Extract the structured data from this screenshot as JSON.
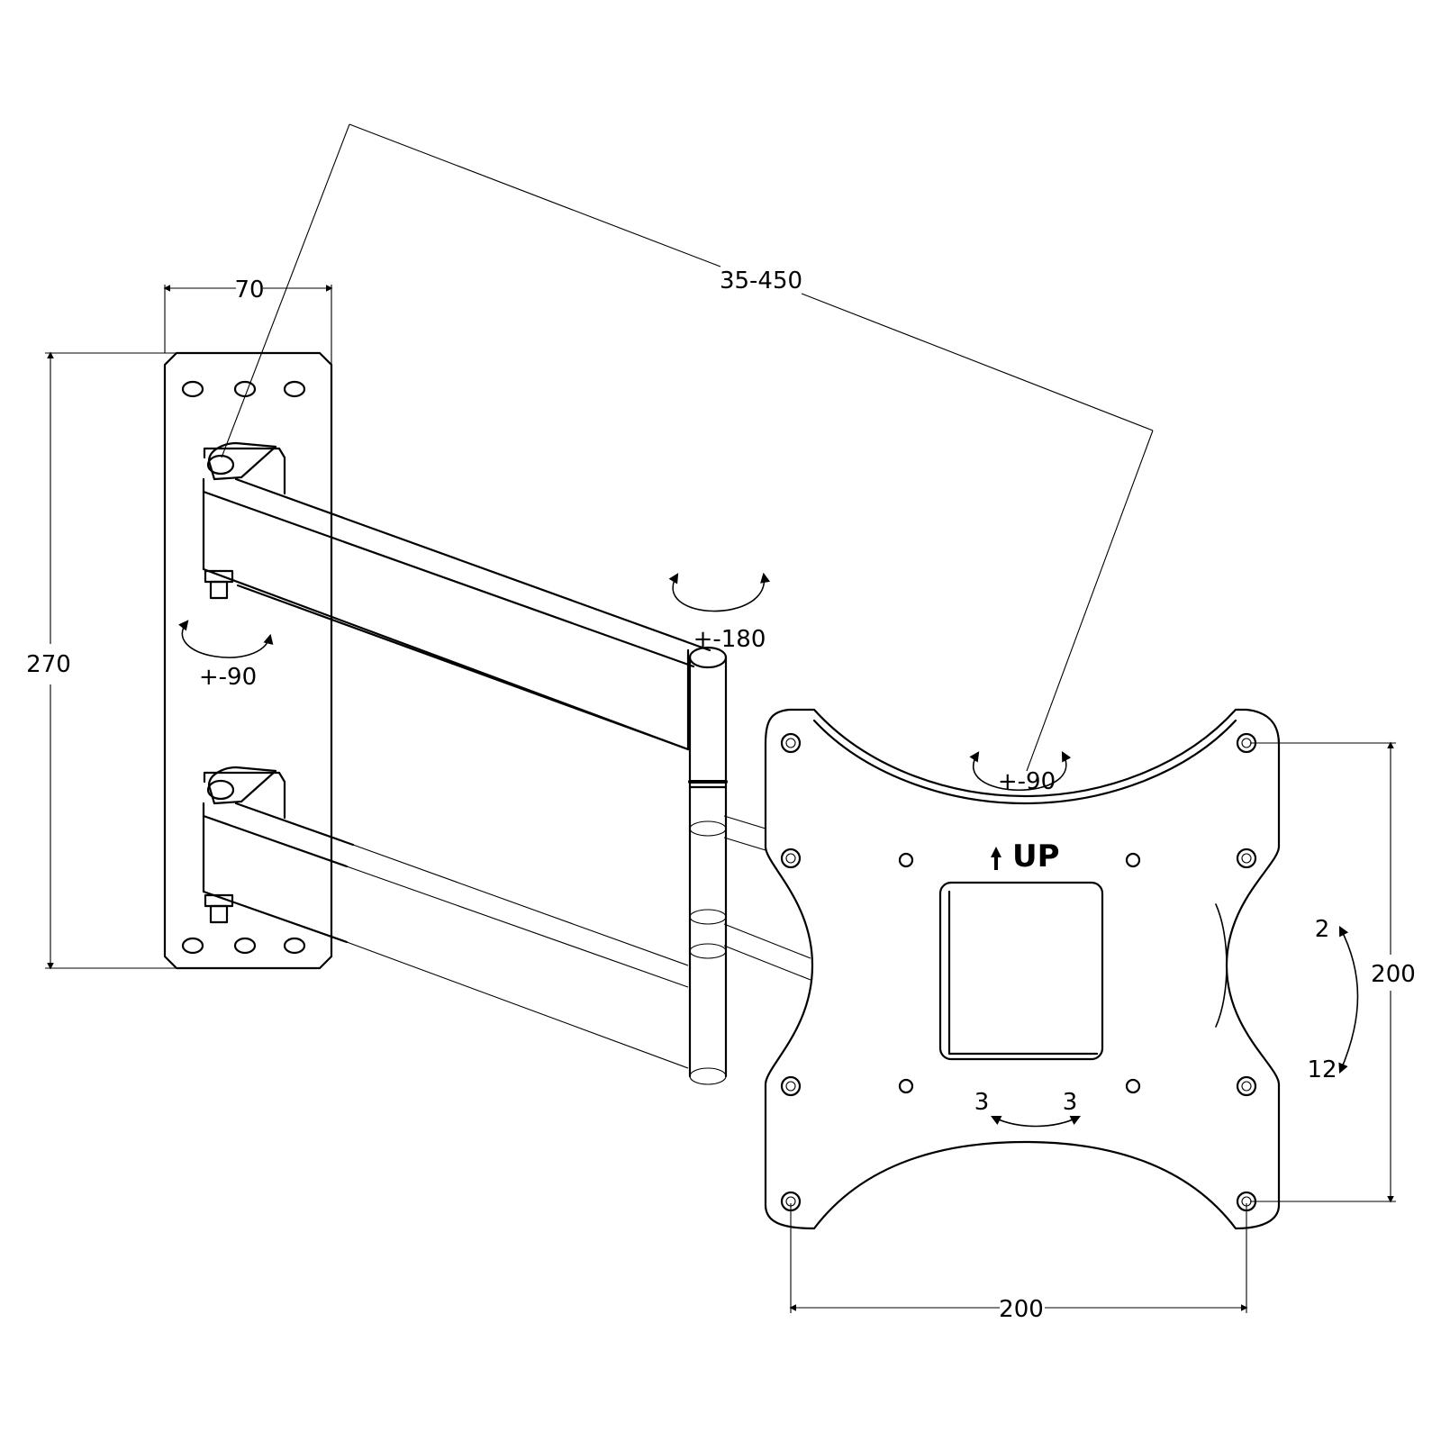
{
  "dimensions": {
    "plate_width": "70",
    "plate_height": "270",
    "arm_extension": "35-450",
    "vesa_width": "200",
    "vesa_height": "200"
  },
  "rotations": {
    "wall_swivel": "+-90",
    "arm_swivel": "+-180",
    "head_rotation": "+-90",
    "tilt_top": "2",
    "tilt_bottom": "12",
    "level_left": "3",
    "level_right": "3"
  },
  "plate_text": {
    "up_label": "UP"
  },
  "colors": {
    "line": "#000000",
    "background": "#ffffff"
  }
}
